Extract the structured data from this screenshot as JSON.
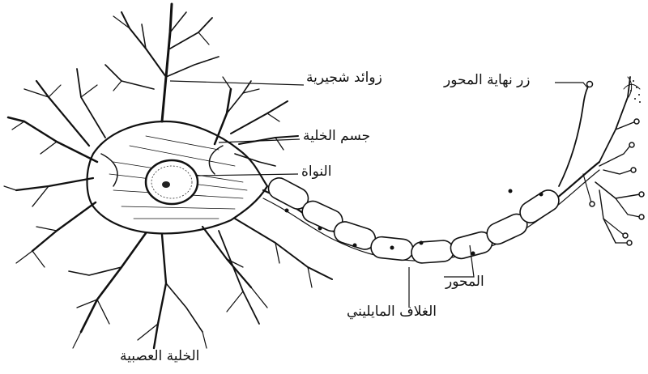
{
  "diagram": {
    "labels": {
      "dendrites": "زوائد شجيرية",
      "cell_body": "جسم الخلية",
      "nucleus": "النواة",
      "axon_terminal": "زر نهاية المحور",
      "axon": "المحور",
      "myelin_sheath": "الغلاف المايليني"
    },
    "caption": "الخلية العصبية"
  }
}
